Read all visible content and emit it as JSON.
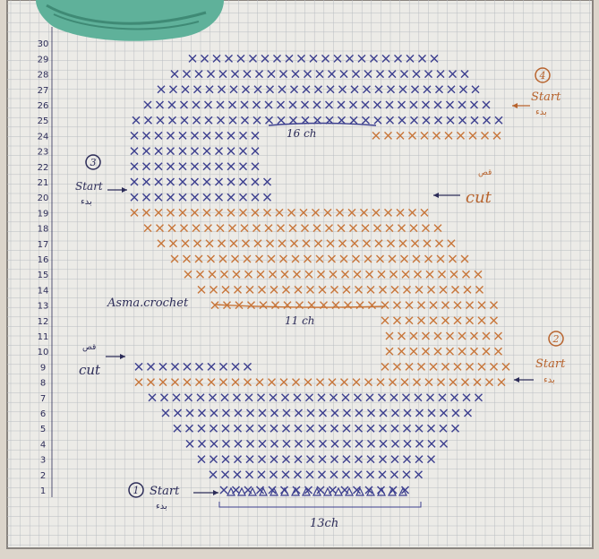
{
  "row_numbers": [
    "1",
    "2",
    "3",
    "4",
    "5",
    "6",
    "7",
    "8",
    "9",
    "10",
    "11",
    "12",
    "13",
    "14",
    "15",
    "16",
    "17",
    "18",
    "19",
    "20",
    "21",
    "22",
    "23",
    "24",
    "25",
    "26",
    "27",
    "28",
    "29",
    "30"
  ],
  "labels": {
    "start_1": "Start",
    "start_2": "Start",
    "start_3": "Start",
    "start_4": "Start",
    "num_1": "1",
    "num_2": "2",
    "num_3": "3",
    "num_4": "4",
    "ar_start": "بدء",
    "ar_cut": "قص",
    "cut_1": "cut",
    "cut_2": "cut",
    "ch16": "16 ch",
    "ch11": "11 ch",
    "ch13": "13ch",
    "brand": "Asma.crochet"
  },
  "colors": {
    "paper": "#ecebe7",
    "grid": "#b9bdc2",
    "blue": "#3c3f8f",
    "orange": "#c8763a",
    "ink": "#2c2c58",
    "yarn": "#5fb19a"
  }
}
